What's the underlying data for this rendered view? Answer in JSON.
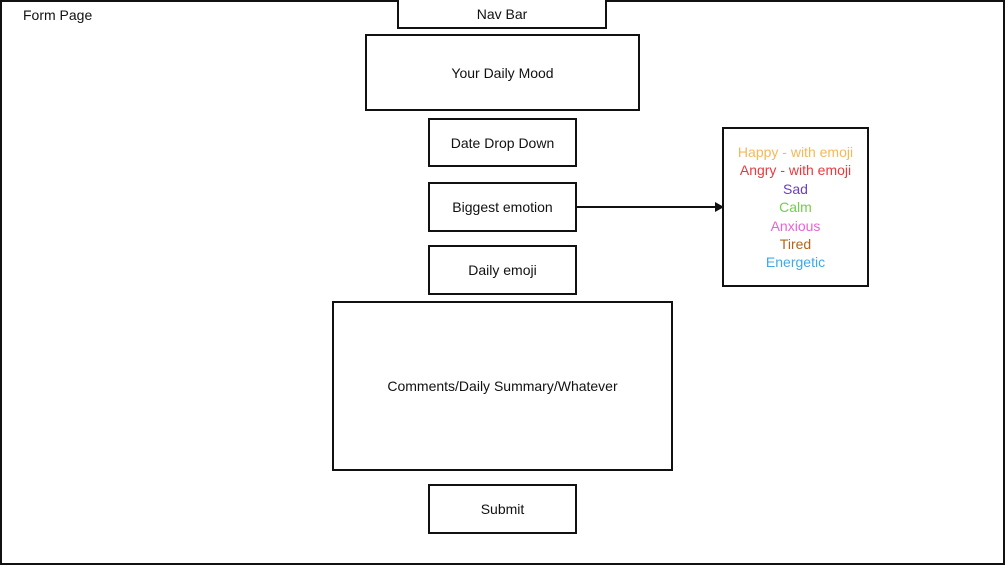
{
  "page": {
    "label": "Form Page"
  },
  "nav_bar": {
    "label": "Nav Bar"
  },
  "form": {
    "title": "Your Daily Mood",
    "date_dropdown": "Date Drop Down",
    "biggest_emotion": "Biggest emotion",
    "daily_emoji": "Daily emoji",
    "comments": "Comments/Daily Summary/Whatever",
    "submit": "Submit"
  },
  "emotion_options": [
    {
      "label": "Happy - with emoji",
      "color": "#F5B85A"
    },
    {
      "label": "Angry - with emoji",
      "color": "#E8393E"
    },
    {
      "label": "Sad",
      "color": "#6A3FC4"
    },
    {
      "label": "Calm",
      "color": "#6FD04A"
    },
    {
      "label": "Anxious",
      "color": "#E664D6"
    },
    {
      "label": "Tired",
      "color": "#B0661E"
    },
    {
      "label": "Energetic",
      "color": "#3FA9E8"
    }
  ],
  "colors": {
    "stroke": "#111111",
    "background": "#FFFFFF"
  }
}
